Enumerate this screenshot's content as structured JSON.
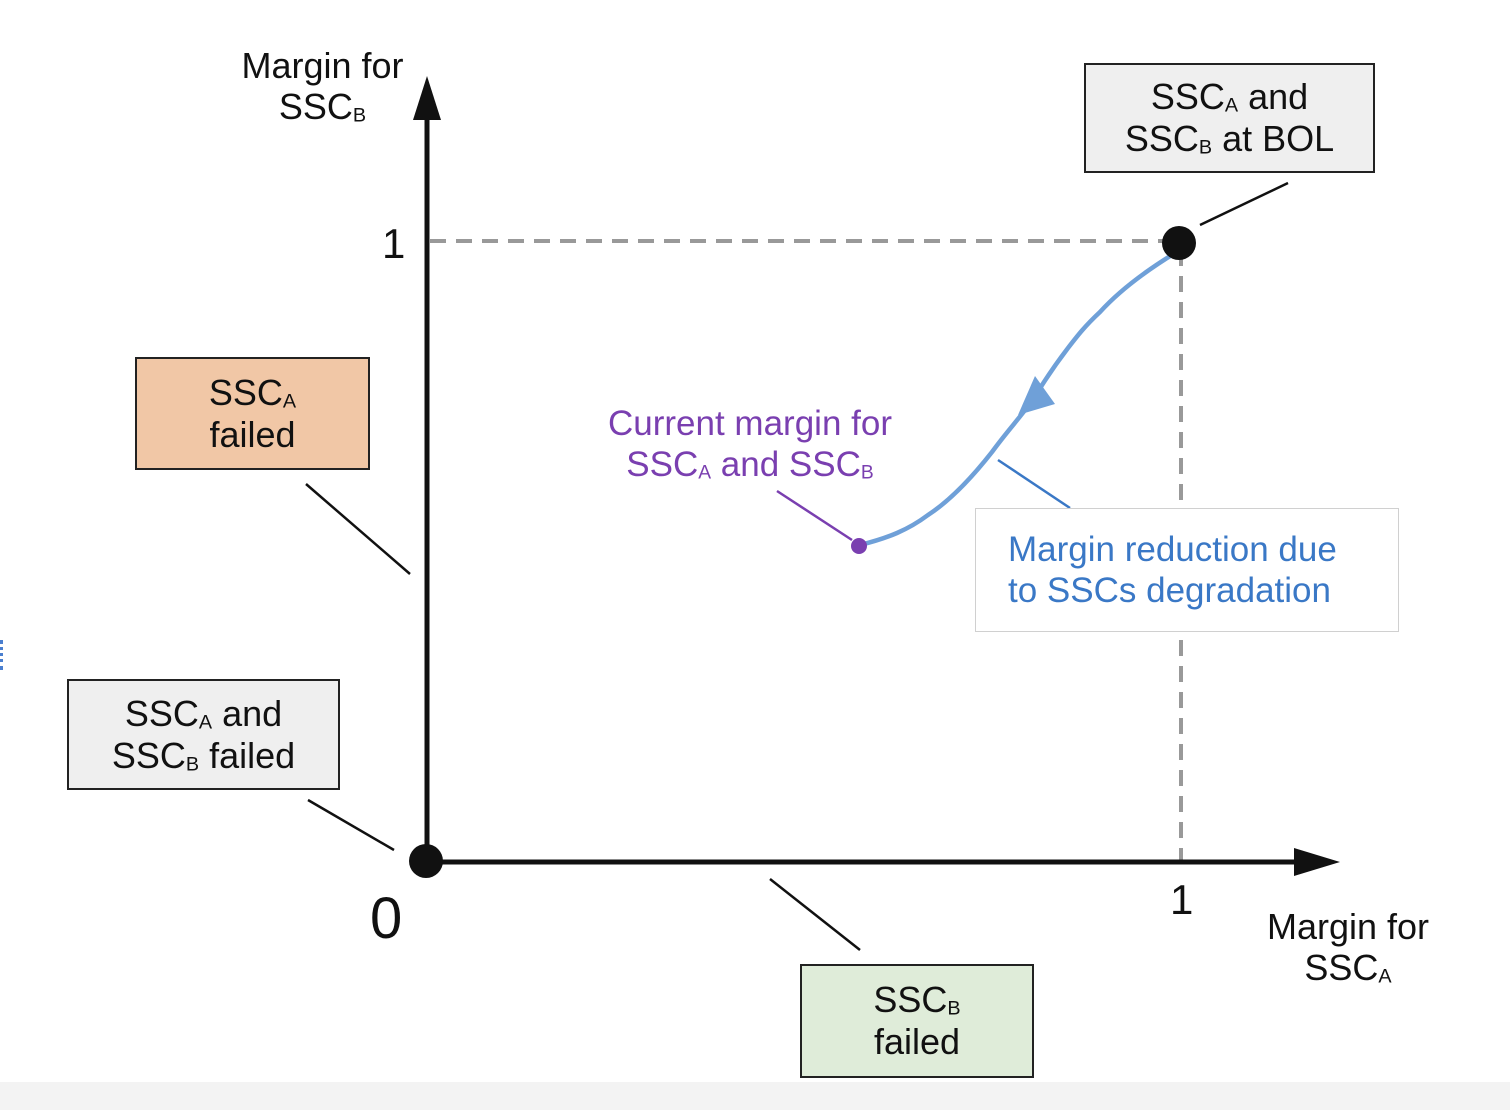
{
  "axes": {
    "y_title": {
      "line1": "Margin for",
      "line2_base": "SSC",
      "line2_sub": "B"
    },
    "x_title": {
      "line1": "Margin for",
      "line2_base": "SSC",
      "line2_sub": "A"
    },
    "origin_label": "0",
    "y_tick_label": "1",
    "x_tick_label": "1"
  },
  "boxes": {
    "bol": {
      "line1": {
        "base": "SSC",
        "sub": "A",
        "rest": " and"
      },
      "line2": {
        "base": "SSC",
        "sub": "B",
        "rest": " at BOL"
      },
      "fill": "#efefef"
    },
    "a_failed": {
      "line1": {
        "base": "SSC",
        "sub": "A",
        "rest": ""
      },
      "line2": "failed",
      "fill": "#f1c7a6"
    },
    "both_failed": {
      "line1": {
        "base": "SSC",
        "sub": "A",
        "rest": " and"
      },
      "line2": {
        "base": "SSC",
        "sub": "B",
        "rest": " failed"
      },
      "fill": "#efefef"
    },
    "b_failed": {
      "line1": {
        "base": "SSC",
        "sub": "B",
        "rest": ""
      },
      "line2": "failed",
      "fill": "#dfecd9"
    },
    "reduction": {
      "line1": "Margin reduction due",
      "line2": "to SSCs degradation",
      "text_color": "#3a78c6",
      "border": "#d0d0d0"
    }
  },
  "current_margin": {
    "line1": "Current margin for",
    "line2": {
      "base1": "SSC",
      "sub1": "A",
      "mid": " and SSC",
      "sub2": "B"
    },
    "color": "#7a3fb0"
  },
  "colors": {
    "axis": "#111111",
    "dash": "#999999",
    "path": "#6fa0d8",
    "point": "#111111",
    "current_point": "#7a3fb0"
  }
}
